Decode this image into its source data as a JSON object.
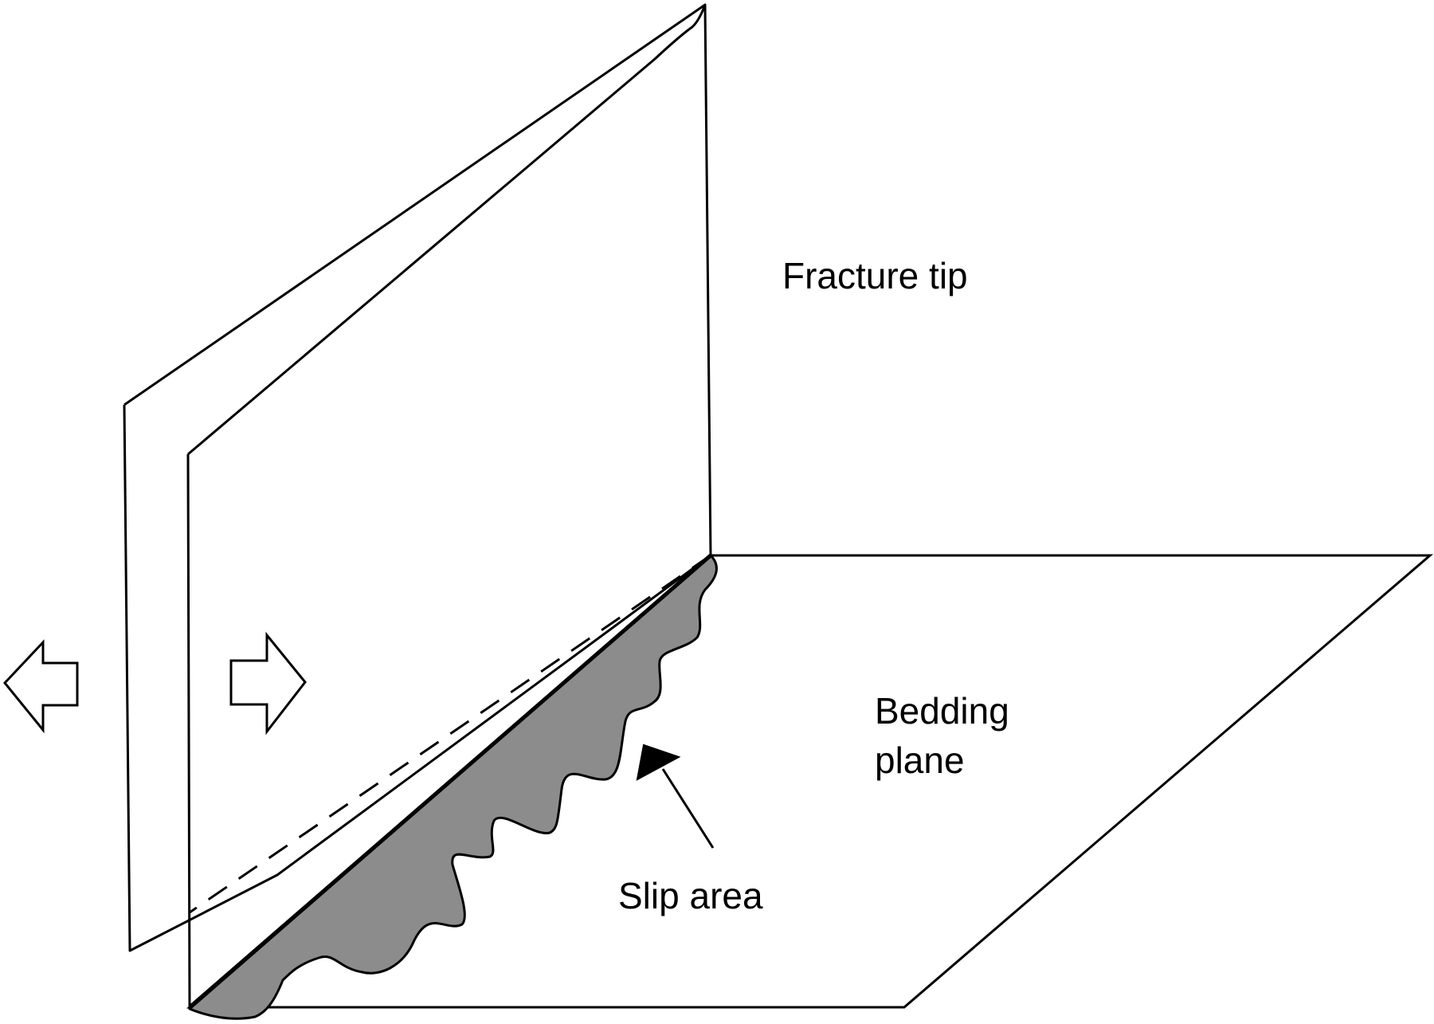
{
  "labels": {
    "fracture_tip": "Fracture tip",
    "bedding_line1": "Bedding",
    "bedding_line2": "plane",
    "slip_area": "Slip area"
  },
  "colors": {
    "stroke": "#000000",
    "slip_fill": "#8c8c8c",
    "arrow_fill": "#ffffff"
  }
}
